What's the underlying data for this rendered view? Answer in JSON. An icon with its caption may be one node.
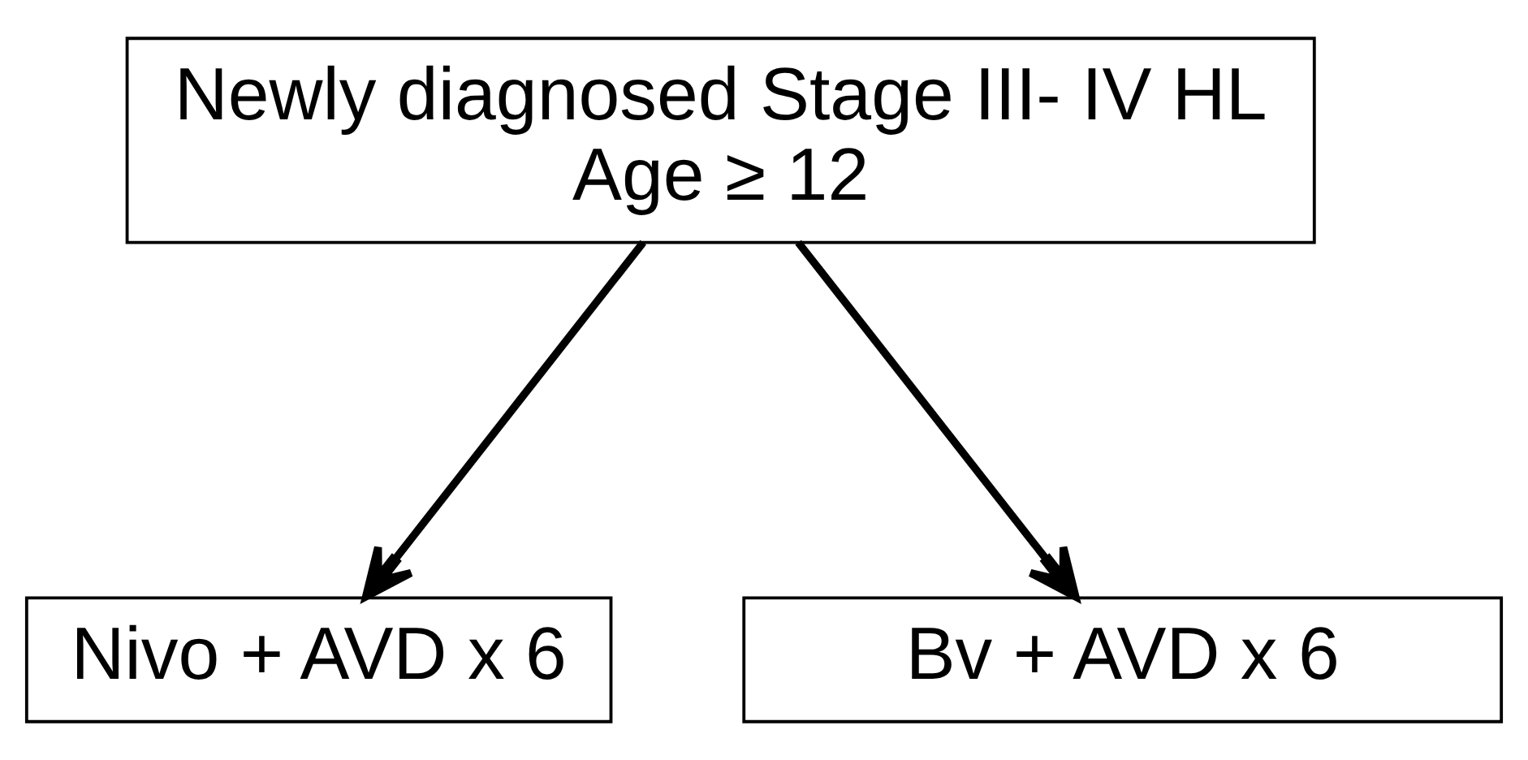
{
  "diagram": {
    "nodes": [
      {
        "text": [
          "Newly diagnosed Stage III- IV HL",
          "Age ≥ 12"
        ]
      },
      {
        "text": [
          "Nivo + AVD x 6"
        ]
      },
      {
        "text": [
          "Bv + AVD x 6"
        ]
      }
    ],
    "edges": [
      {
        "from": 0,
        "to": 1,
        "arrow": "to"
      },
      {
        "from": 0,
        "to": 2,
        "arrow": "to"
      }
    ]
  }
}
